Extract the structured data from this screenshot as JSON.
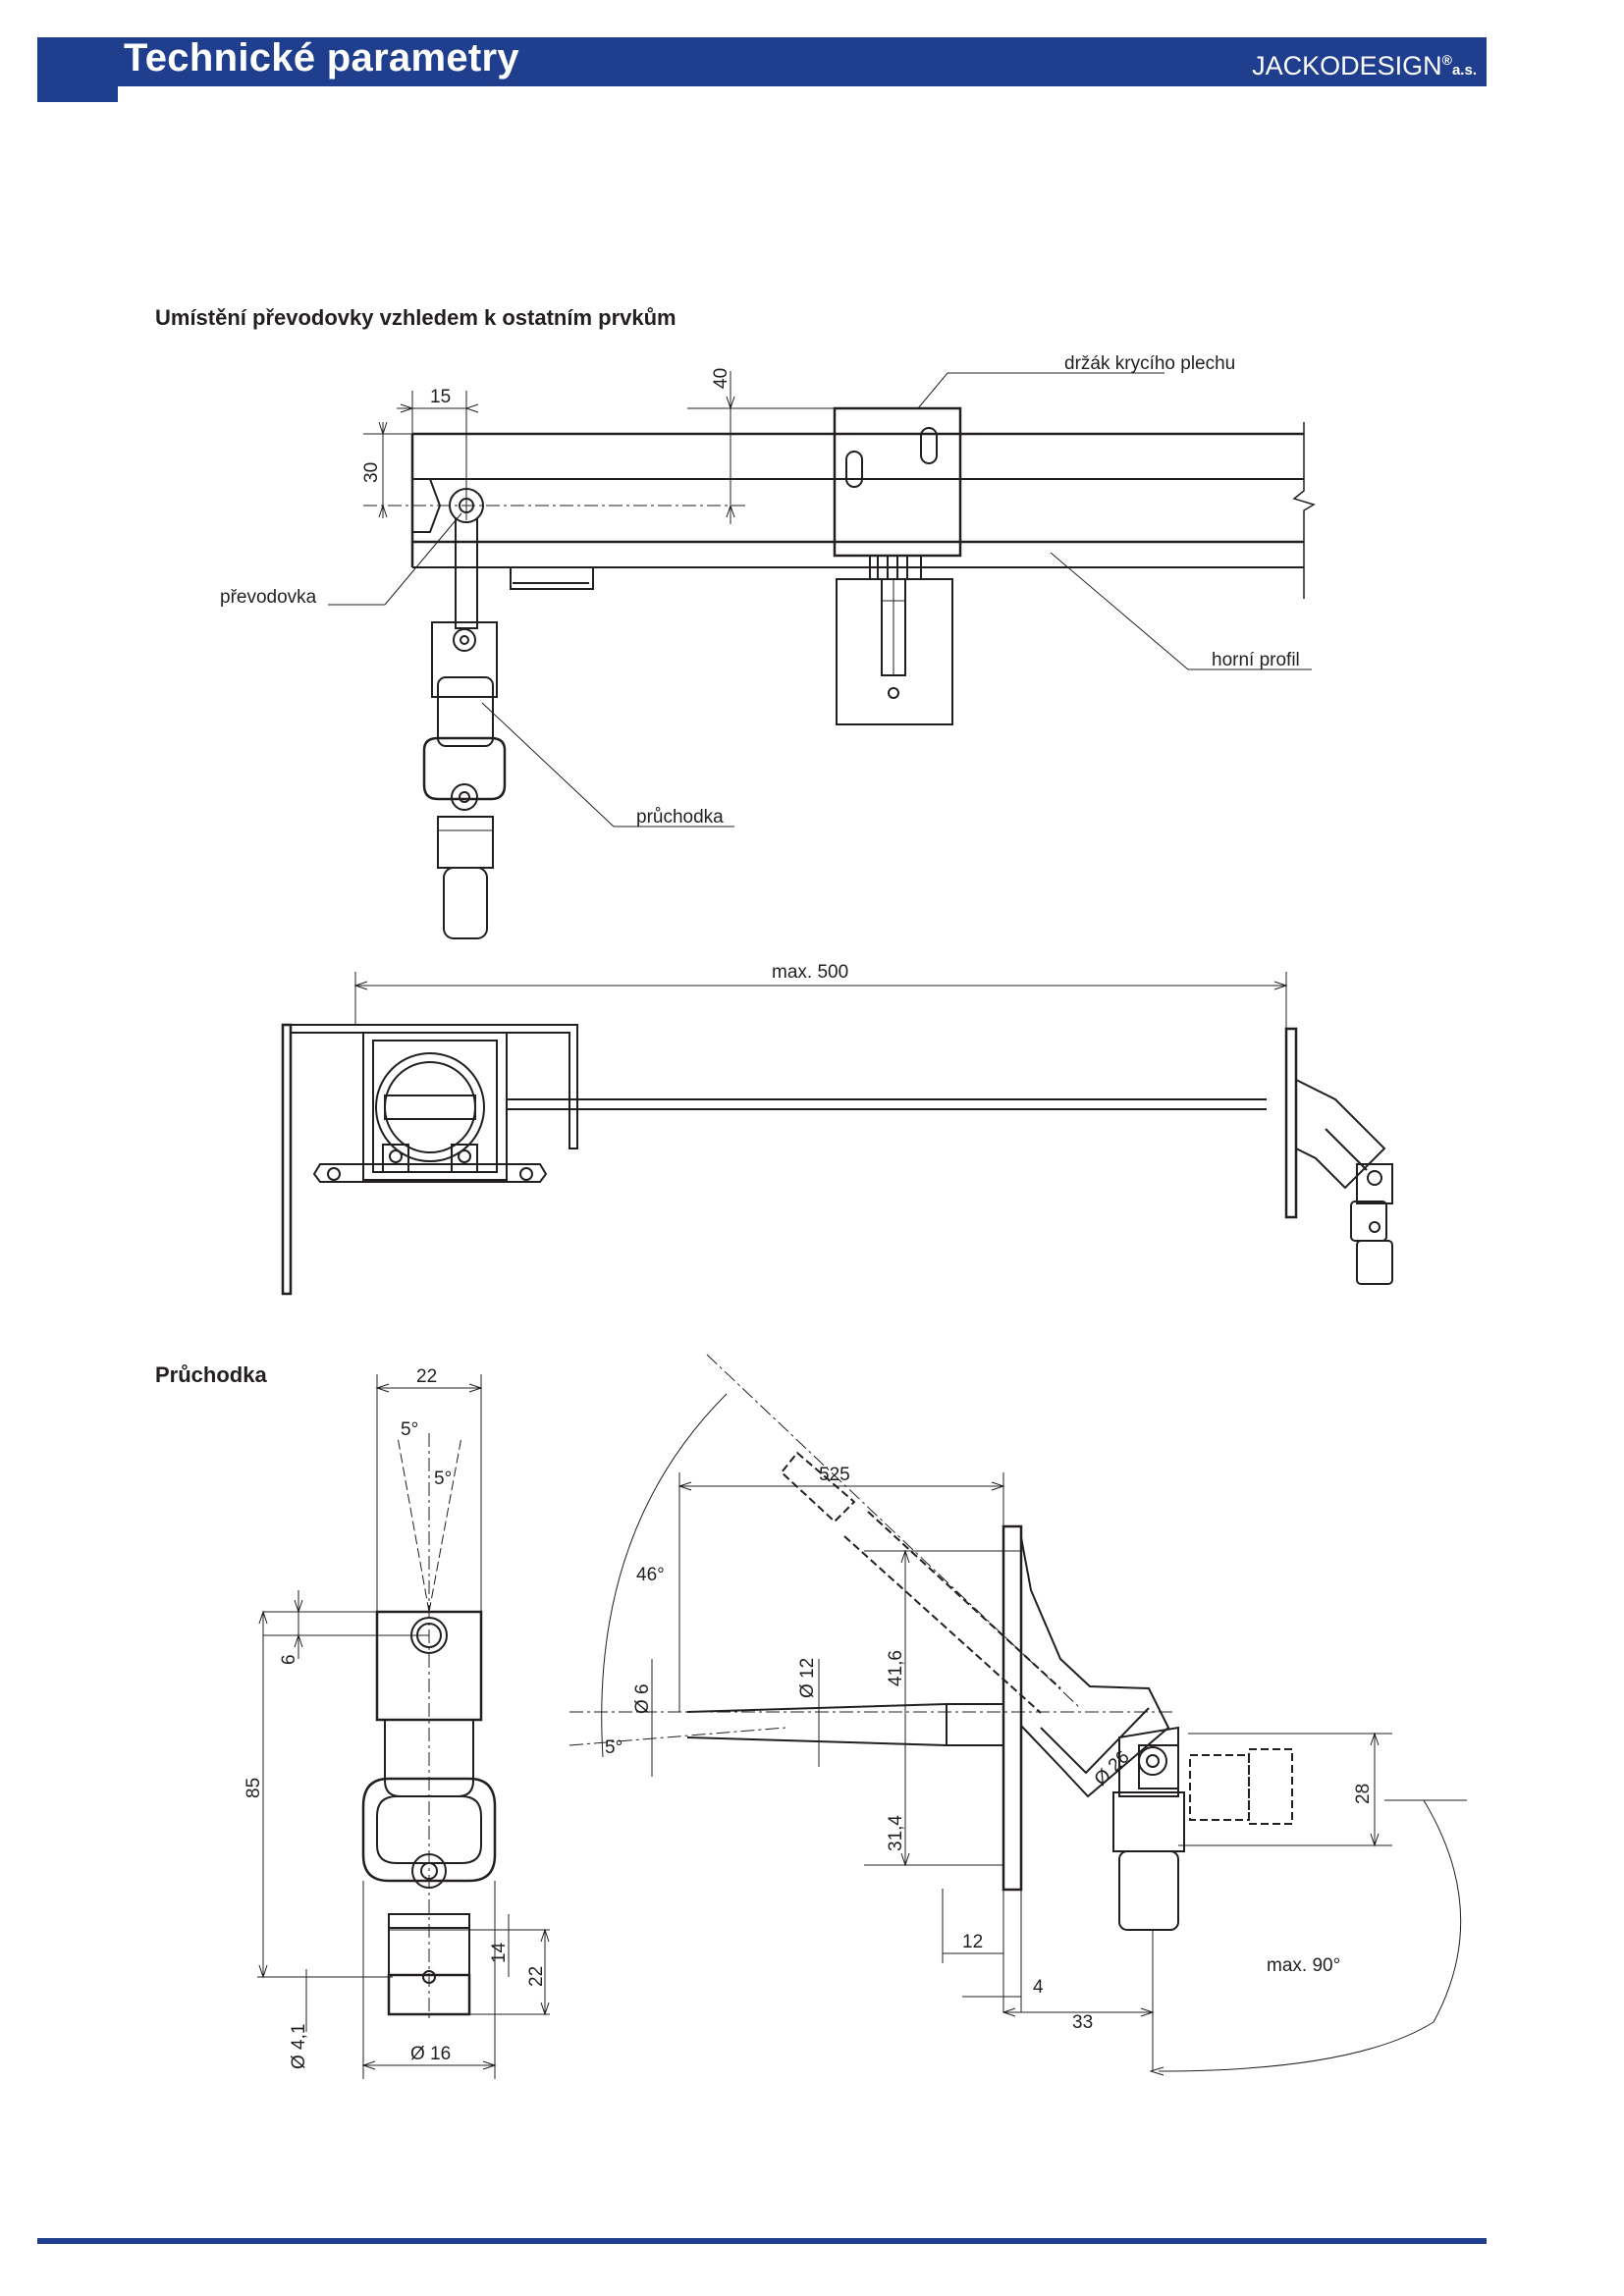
{
  "header": {
    "title": "Technické parametry",
    "brand": "JACKODESIGN",
    "brand_mark": "®",
    "brand_suffix": "a.s.",
    "bar_color": "#1f3f8e"
  },
  "section1": {
    "heading": "Umístění převodovky vzhledem k ostatním prvkům",
    "labels": {
      "holder": "držák krycího plechu",
      "gearbox": "převodovka",
      "top_profile": "horní profil",
      "bushing": "průchodka"
    },
    "dims": {
      "d15": "15",
      "d30": "30",
      "d40": "40",
      "max500": "max. 500"
    }
  },
  "section2": {
    "heading": "Průchodka",
    "dims": {
      "d22_top": "22",
      "a5_a": "5°",
      "a5_b": "5°",
      "d6": "6",
      "d85": "85",
      "d14": "14",
      "d22_side": "22",
      "d4_1": "Ø 4,1",
      "d16": "Ø 16",
      "d525": "525",
      "a46": "46°",
      "d41_6": "41,6",
      "d12": "Ø 12",
      "d6b": "Ø 6",
      "a5_c": "5°",
      "d26": "Ø 26",
      "d28": "28",
      "d31_4": "31,4",
      "d12b": "12",
      "d4": "4",
      "d33": "33",
      "max90": "max. 90°"
    }
  }
}
